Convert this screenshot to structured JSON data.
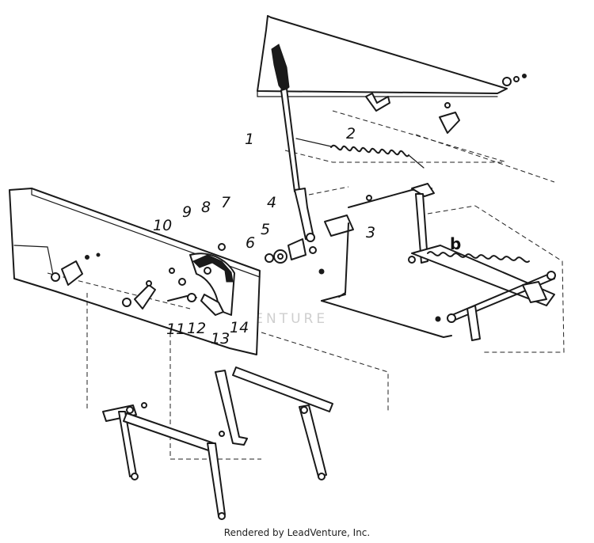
{
  "diagram": {
    "callouts": [
      {
        "id": "1",
        "text": "1"
      },
      {
        "id": "2",
        "text": "2"
      },
      {
        "id": "3",
        "text": "3"
      },
      {
        "id": "4",
        "text": "4"
      },
      {
        "id": "5",
        "text": "5"
      },
      {
        "id": "6",
        "text": "6"
      },
      {
        "id": "7",
        "text": "7"
      },
      {
        "id": "8",
        "text": "8"
      },
      {
        "id": "9",
        "text": "9"
      },
      {
        "id": "10",
        "text": "10"
      },
      {
        "id": "11",
        "text": "11"
      },
      {
        "id": "12",
        "text": "12"
      },
      {
        "id": "13",
        "text": "13"
      },
      {
        "id": "14",
        "text": "14"
      },
      {
        "id": "b",
        "text": "b"
      }
    ],
    "watermark": "LEADVENTURE"
  },
  "footer": {
    "credit": "Rendered by LeadVenture, Inc."
  }
}
